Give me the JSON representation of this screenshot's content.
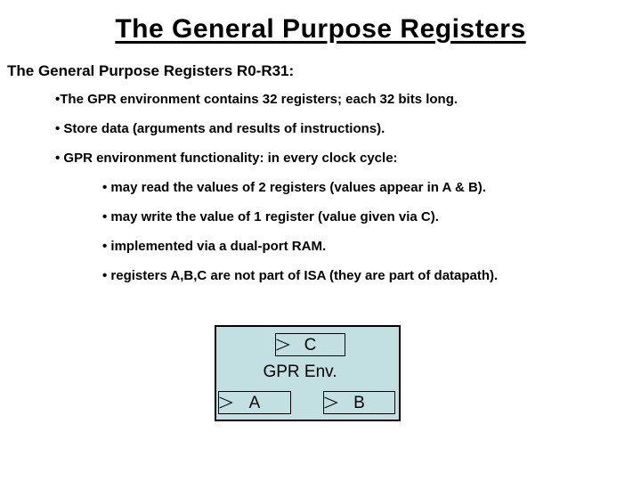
{
  "slide": {
    "title": "The General Purpose Registers",
    "subtitle": "The General Purpose Registers R0-R31:",
    "bullets": [
      {
        "level": 1,
        "text": "•The GPR environment contains 32 registers; each 32 bits long."
      },
      {
        "level": 1,
        "text": "• Store data (arguments and results of instructions)."
      },
      {
        "level": 1,
        "text": "• GPR environment functionality: in every clock cycle:"
      },
      {
        "level": 2,
        "text": "• may read the values of 2 registers (values appear in A & B)."
      },
      {
        "level": 2,
        "text": "• may write the value of 1 register (value given via C)."
      },
      {
        "level": 2,
        "text": "• implemented via a dual-port RAM."
      },
      {
        "level": 2,
        "text": "• registers A,B,C are not part of ISA (they are part of datapath)."
      }
    ],
    "diagram": {
      "label": "GPR Env.",
      "registers": [
        {
          "name": "C"
        },
        {
          "name": "A"
        },
        {
          "name": "B"
        }
      ],
      "fill_color": "#c2e0e1",
      "border_color": "#000000",
      "clock_icon": "clock-edge-triangle"
    }
  }
}
